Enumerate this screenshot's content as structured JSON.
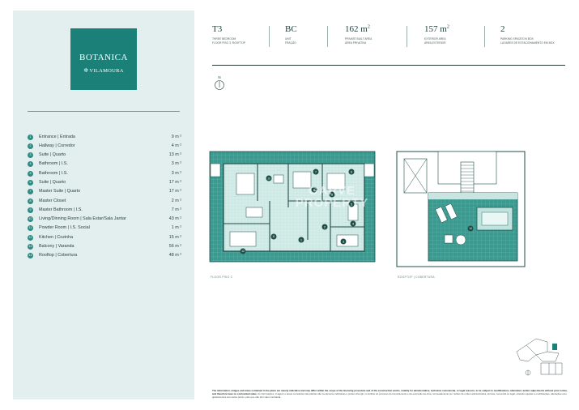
{
  "brand": {
    "name": "BOTANICA",
    "location": "VILAMOURA"
  },
  "rooms": [
    {
      "num": "1",
      "name": "Entrance | Entrada",
      "area": "9 m ²"
    },
    {
      "num": "2",
      "name": "Hallway | Corredor",
      "area": "4 m ²"
    },
    {
      "num": "3",
      "name": "Suite | Quarto",
      "area": "13 m ²"
    },
    {
      "num": "4",
      "name": "Bathroom | I.S.",
      "area": "3 m ²"
    },
    {
      "num": "5",
      "name": "Bathroom | I.S.",
      "area": "3 m ²"
    },
    {
      "num": "6",
      "name": "Suite | Quarto",
      "area": "17 m ²"
    },
    {
      "num": "7",
      "name": "Master Suite | Quarto",
      "area": "17 m ²"
    },
    {
      "num": "8",
      "name": "Master Closet",
      "area": "2 m ²"
    },
    {
      "num": "9",
      "name": "Master Bathroom | I.S.",
      "area": "7 m ²"
    },
    {
      "num": "10",
      "name": "Living/Dinning Room | Sala Estar/Sala Jantar",
      "area": "43 m ²"
    },
    {
      "num": "11",
      "name": "Powder Room | I.S. Social",
      "area": "1 m ²"
    },
    {
      "num": "12",
      "name": "Kitchen | Cozinha",
      "area": "15 m ²"
    },
    {
      "num": "13",
      "name": "Balcony | Varanda",
      "area": "56 m ²"
    },
    {
      "num": "14",
      "name": "Rooftop | Cobertura",
      "area": "48 m ²"
    }
  ],
  "header": {
    "typology": {
      "value": "T3",
      "label1": "THREE BEDROOM",
      "label2": "FLOOR PISO 3, ROOFTOP"
    },
    "unit": {
      "value": "BC",
      "label1": "UNIT",
      "label2": "FRAÇÃO"
    },
    "private_area": {
      "value": "162 m",
      "sup": "2",
      "label1": "PRIVATE BUILT AREA",
      "label2": "ÁREA PRIVATIVA"
    },
    "exterior_area": {
      "value": "157 m",
      "sup": "2",
      "label1": "EXTERIOR AREA",
      "label2": "ÁREA EXTERIOR"
    },
    "parking": {
      "value": "2",
      "label1": "PARKING SPACES IN BOX",
      "label2": "LUGARES DE ESTACIONAMENTO EM BOX"
    }
  },
  "compass_label": "N",
  "plans": {
    "floor_label": "FLOOR PISO 3",
    "rooftop_label": "ROOFTOP | COBERTURA"
  },
  "watermark": {
    "line1": "GARVE",
    "line2": "PROPERTY"
  },
  "disclaimer": {
    "bold": "The information, images and areas contained in the plans are merely indicative and may differ within the scope of the licensing procedure and of the construction works, notably for administrative, technical, commercial, or legal reasons, to be subject to modifications, alterations and/or adjustments without prior notice, and therefore have no contractual value.",
    "rest": "As informações, imagens e áreas constantes das plantas são meramente indicativas e podem divergir, no âmbito do processo de licenciamento e da execução da obra, nomeadamente por razões de ordem administrativa, técnica, comercial ou legal, estando sujeitas a modificações, alterações e/ou ajustamentos sem aviso prévio, pelo que não têm valor contratual."
  },
  "colors": {
    "brand_teal": "#1b8078",
    "panel_bg": "#e3eeee",
    "plan_teal": "#3a9a90",
    "plan_light": "#c9e4e1"
  }
}
